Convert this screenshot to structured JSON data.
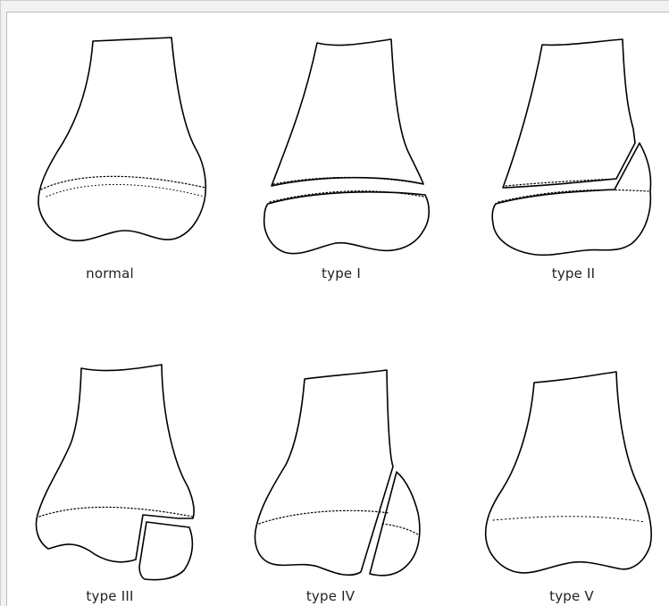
{
  "diagram": {
    "labels": {
      "normal": "normal",
      "type1": "type I",
      "type2": "type II",
      "type3": "type III",
      "type4": "type IV",
      "type5": "type V"
    },
    "colors": {
      "stroke": "#000000",
      "background": "#ffffff",
      "label": "#222222"
    }
  }
}
